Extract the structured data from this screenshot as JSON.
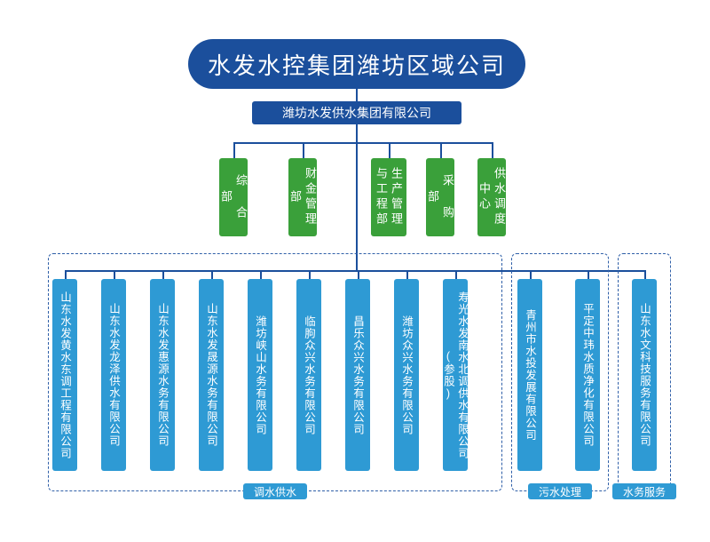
{
  "diagram": {
    "title": "水发水控集团潍坊区域公司",
    "subtitle": "潍坊水发供水集团有限公司",
    "departments": [
      {
        "label": "综 合 部"
      },
      {
        "label": "财金管理部"
      },
      {
        "label": "生产管理与工程部"
      },
      {
        "label": "采 购 部"
      },
      {
        "label": "供水调度中心"
      }
    ],
    "groups": [
      {
        "caption": "调水供水",
        "members": [
          {
            "label": "山东水发黄水东调工程有限公司"
          },
          {
            "label": "山东水发龙泽供水有限公司"
          },
          {
            "label": "山东水发惠源水务有限公司"
          },
          {
            "label": "山东水发晟源水务有限公司"
          },
          {
            "label": "潍坊峡山水务有限公司"
          },
          {
            "label": "临朐众兴水务有限公司"
          },
          {
            "label": "昌乐众兴水务有限公司"
          },
          {
            "label": "潍坊众兴水务有限公司"
          },
          {
            "label": "寿光水发南水北调供水有限公司(参股)"
          }
        ]
      },
      {
        "caption": "污水处理",
        "members": [
          {
            "label": "青州市水投发展有限公司"
          },
          {
            "label": "平定中玮水质净化有限公司"
          }
        ]
      },
      {
        "caption": "水务服务",
        "members": [
          {
            "label": "山东水文科技服务有限公司"
          }
        ]
      }
    ],
    "colors": {
      "root": "#1b4f9c",
      "department": "#3aa03a",
      "subsidiary": "#2e9ad4",
      "connector": "#1b4f9c",
      "dashed_border": "#2f5fa8"
    }
  }
}
